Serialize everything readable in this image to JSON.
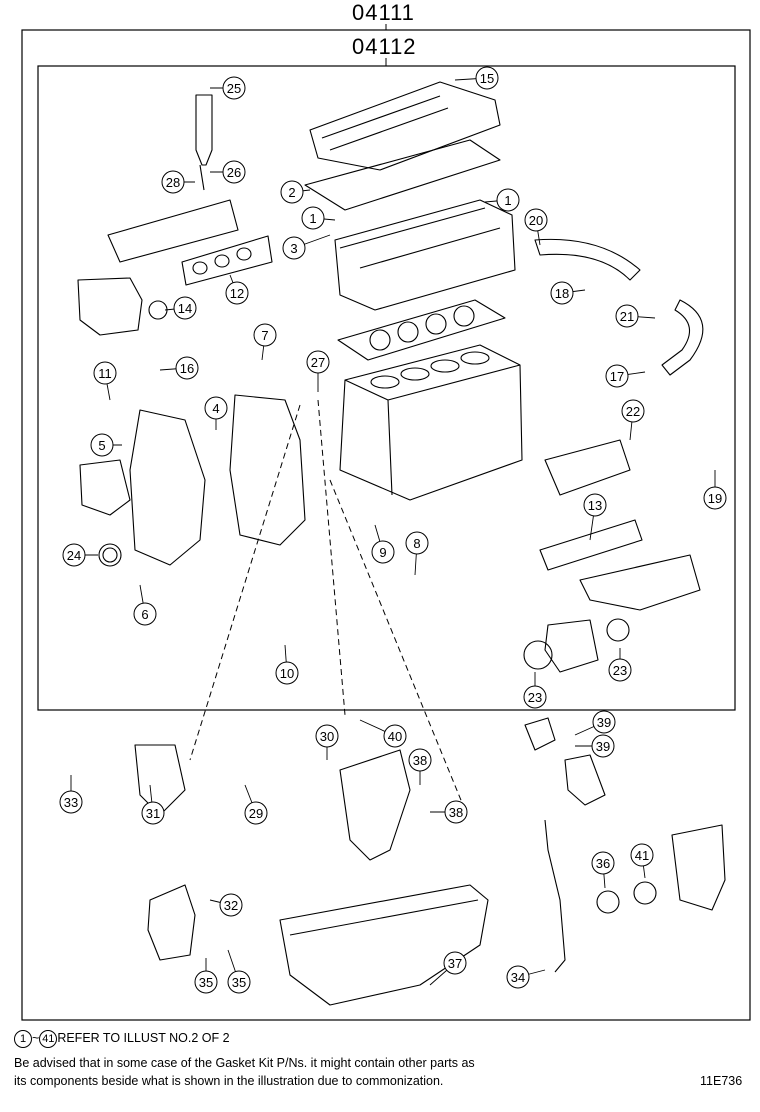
{
  "diagram": {
    "outer_kit_code": "04111",
    "inner_kit_code": "04112",
    "illustration_id": "11E736",
    "refer_note": {
      "range_start": "1",
      "range_sep": "~",
      "range_end": "41",
      "text": "REFER TO ILLUST NO.2 OF 2"
    },
    "advisory": [
      "Be advised that in some case of the Gasket Kit P/Ns.  it might contain other parts as",
      "its components beside what is shown in the illustration due to commonization."
    ],
    "callouts": [
      "1",
      "2",
      "3",
      "4",
      "5",
      "6",
      "7",
      "8",
      "9",
      "10",
      "11",
      "12",
      "13",
      "14",
      "15",
      "16",
      "17",
      "18",
      "19",
      "20",
      "21",
      "22",
      "23",
      "24",
      "25",
      "26",
      "27",
      "28",
      "29",
      "30",
      "31",
      "32",
      "33",
      "34",
      "35",
      "36",
      "37",
      "38",
      "39",
      "40",
      "41"
    ]
  }
}
